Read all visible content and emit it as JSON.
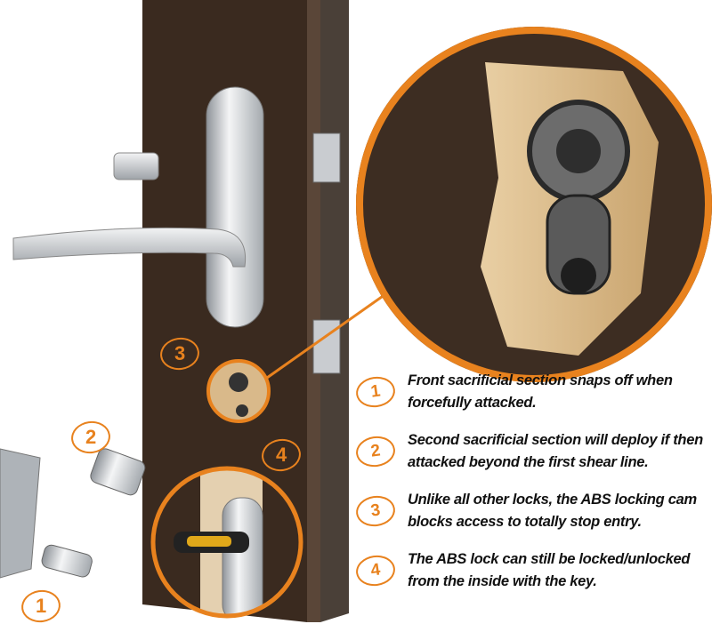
{
  "colors": {
    "accent": "#e8821e",
    "door": "#3a2a1f",
    "text": "#111111"
  },
  "callouts": [
    {
      "number": "1",
      "text": "Front sacrificial section snaps off when forcefully attacked."
    },
    {
      "number": "2",
      "text": "Second sacrificial section will deploy if then attacked beyond the first shear line."
    },
    {
      "number": "3",
      "text": "Unlike all other locks, the ABS locking cam blocks access to totally stop entry."
    },
    {
      "number": "4",
      "text": "The ABS lock can still be locked/unlocked from the inside with the key."
    }
  ],
  "diagram_labels": [
    "3",
    "2",
    "4",
    "1"
  ]
}
